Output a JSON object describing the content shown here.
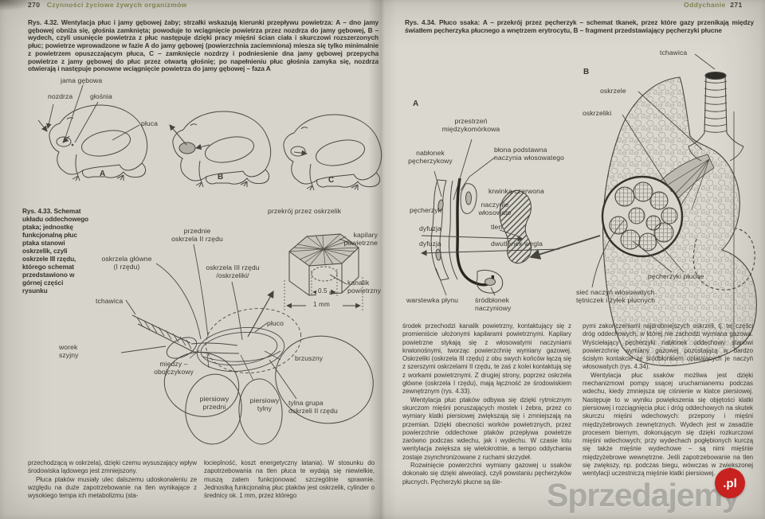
{
  "meta": {
    "paper_color": "#d7d5cc",
    "ink_color": "#3a3931",
    "heading_color": "#7f8051",
    "watermark_red": "#c7221f"
  },
  "left_page": {
    "page_number": "270",
    "running_title": "Czynności życiowe żywych organizmów",
    "fig_4_32": {
      "caption": "Rys. 4.32. Wentylacja płuc i jamy gębowej żaby; strzałki wskazują kierunki przepływu powietrza: A – dno jamy gębowej obniża się, głośnia zamknięta; powoduje to wciągnięcie powietrza przez nozdrza do jamy gębowej, B – wydech, czyli usunięcie powietrza z płuc następuje dzięki pracy mięśni ścian ciała i skurczowi rozszerzonych płuc; powietrze wprowadzone w fazie A do jamy gębowej (powierzchnia zaciemniona) miesza się tylko minimalnie z powietrzem opuszczającym płuca, C – zamknięcie nozdrzy i podniesienie dna jamy gębowej przepycha powietrze z jamy gębowej do płuc przez otwartą głośnię; po napełnieniu płuc głośnia zamyka się, nozdrza otwierają i następuje ponowne wciągnięcie powietrza do jamy gębowej – faza A",
      "labels": {
        "jama_gebowa": "jama gębowa",
        "nozdrza": "nozdrza",
        "glosnia": "głośnia",
        "pluca": "płuca",
        "frog_a": "A",
        "frog_b": "B",
        "frog_c": "C"
      }
    },
    "fig_4_33": {
      "caption": "Rys. 4.33. Schemat układu oddechowego ptaka; jednostkę funkcjonalną płuc ptaka stanowi oskrzelik, czyli oskrzele III rzędu, którego schemat przedstawiono w górnej części rysunku",
      "labels": {
        "przekroj": "przekrój przez oskrzelik",
        "kapilary": "kapilary\npowietrzne",
        "kanalik": "kanalik\npowietrzny",
        "dim_05": "0.5",
        "dim_1mm": "1 mm",
        "przednie": "przednie\noskrzela  II rzędu",
        "glowne": "oskrzela główne\n(I rzędu)",
        "oskrzela_iii": "oskrzela III rzędu\n/oskrzeliki/",
        "tchawica": "tchawica",
        "pluco": "płuco",
        "worek_szyjny": "worek\nszyjny",
        "miedzyobojczykowy": "między –\nobojczykowy",
        "piersiowy_przedni": "piersiowy\nprzedni",
        "piersiowy_tylny": "piersiowy\ntylny",
        "brzuszny": "brzuszny",
        "tylna_grupa": "tylna grupa\noskrzeli II rzędu"
      }
    },
    "column_1": [
      "przechodzącą w oskrzela), dzięki czemu wysuszający wpływ środowiska lądowego jest zmniejszony.",
      "Płuca ptaków musiały ulec dalszemu udoskonaleniu ze względu na duże zapotrzebowanie na tlen wynikające z wysokiego tempa ich metabolizmu (sta-"
    ],
    "column_2": [
      "łocieplność, koszt energetyczny latania). W stosunku do zapotrzebowania na tlen płuca te wydają się niewielkie, muszą zatem funkcjonować szczególnie sprawnie. Jednostką funkcjonalną płuc ptaków jest oskrzelik, cylinder o średnicy ok. 1 mm, przez którego"
    ]
  },
  "right_page": {
    "page_number": "271",
    "running_title": "Oddychanie",
    "fig_4_34": {
      "caption": "Rys. 4.34. Płuco ssaka: A – przekrój przez pęcherzyk – schemat tkanek, przez które gazy przenikają między światłem pęcherzyka płucnego a wnętrzem erytrocytu, B – fragment przedstawiający pęcherzyki płucne",
      "labels": {
        "a_letter": "A",
        "b_letter": "B",
        "przestrzen": "przestrzeń\nmiędzykomórkowa",
        "nablonek": "nabłonek\npęcherzykowy",
        "blona": "błona podstawna\nnaczynia włosowatego",
        "krwinka": "krwinka czerwona",
        "pecherzyk": "pęcherzyk",
        "naczynie": "naczynie\nwłosowate",
        "tlen": "tlen",
        "dyfuzja_1": "dyfuzja",
        "dyfuzja_2": "dyfuzja",
        "dwutlenek": "dwutlenek węgla",
        "warstewka": "warstewka płynu",
        "srodblonek": "śródbłonek\nnaczyniowy",
        "tchawica": "tchawica",
        "oskrzele": "oskrzele",
        "oskrzeliki": "oskrzeliki",
        "pecherzyki": "pęcherzyki płucne",
        "siec": "sieć naczyń włosowatych\ntętniczek i żyłek płucnych"
      }
    },
    "column_1": [
      "środek przechodzi kanalik powietrzny, kontaktujący się z promieniście ułożonymi kapilarami powietrznymi. Kapilary powietrzne stykają się z włosowatymi naczyniami krwionośnymi, tworząc powierzchnię wymiany gazowej. Oskrzeliki (oskrzela III rzędu) z obu swych końców łączą się z szerszymi oskrzelami II rzędu, te zaś z kolei kontaktują się z workami powietrznymi. Z drugiej strony, poprzez oskrzela główne (oskrzela I rzędu), mają łączność ze środowiskiem zewnętrznym (rys. 4.33).",
      "Wentylacja płuc ptaków odbywa się dzięki rytmicznym skurczom mięśni poruszających mostek i żebra, przez co wymiary klatki piersiowej zwiększają się i zmniejszają na przemian. Dzięki obecności worków powietrznych, przez powierzchnie oddechowe ptaków przepływa powietrze zarówno podczas wdechu, jak i wydechu. W czasie lotu wentylacja zwiększa się wielokrotnie, a tempo oddychania zostaje zsynchronizowane z ruchami skrzydeł.",
      "Rozwinięcie powierzchni wymiany gazowej u ssaków dokonało się dzięki alweolacji, czyli powstaniu pęcherzyków płucnych. Pęcherzyki płucne są śle-"
    ],
    "column_2": [
      "pymi zakończeniami najdrobniejszych oskrzeli, tj. tej części dróg oddechowych, w której nie zachodzi wymiana gazowa. Wyściełający pęcherzyki nabłonek oddechowy stanowi powierzchnię wymiany gazowej pozostającą w bardzo ścisłym kontakcie ze śródbłonkiem oplatających je naczyń włosowatych (rys. 4.34).",
      "Wentylacja płuc ssaków możliwa jest dzięki mechanizmowi pompy ssącej uruchamianemu podczas wdechu, kiedy zmniejsza się ciśnienie w klatce piersiowej. Następuje to w wyniku powiększenia się objętości klatki piersiowej i rozciągnięcia płuc i dróg oddechowych na skutek skurczu mięśni wdechowych: przepony i mięśni międzyżebrowych zewnętrznych. Wydech jest w zasadzie procesem biernym, dokonującym się dzięki rozkurczowi mięśni wdechowych; przy wydechach pogłębionych kurczą się także mięśnie wydechowe – są nimi mięśnie międzyżebrowe wewnętrzne. Jeśli zapotrzebowanie na tlen się zwiększy, np. podczas biegu, wówczas w zwiększonej wentylacji uczestniczą mięśnie klatki piersiowej."
    ]
  },
  "watermark": {
    "text": "Sprzedajemy",
    "badge": ".pl"
  }
}
